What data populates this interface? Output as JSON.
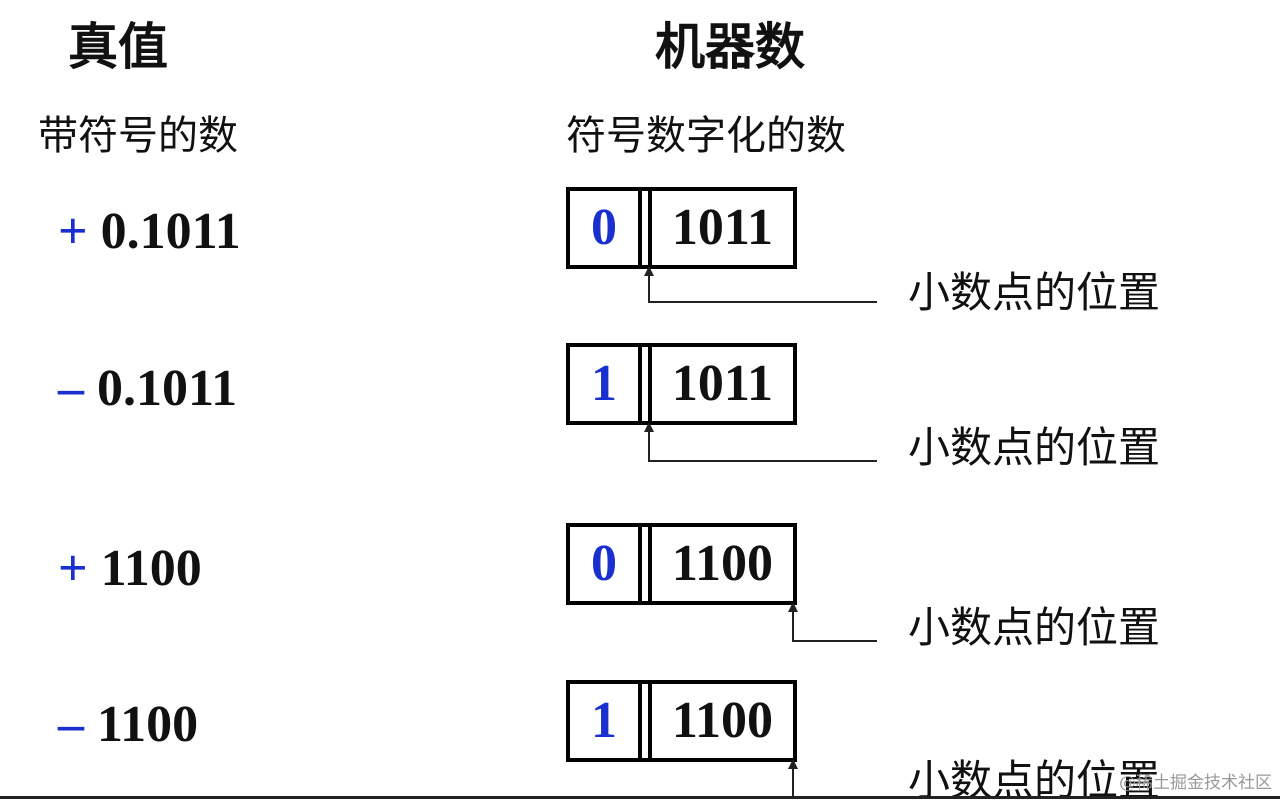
{
  "headings": {
    "true_value": "真值",
    "machine_number": "机器数"
  },
  "subheadings": {
    "left": "带符号的数",
    "right": "符号数字化的数"
  },
  "rows": [
    {
      "sign": "+",
      "value": "0.1011",
      "sign_bit": "0",
      "magnitude": "1011",
      "label": "小数点的位置"
    },
    {
      "sign": "–",
      "value": "0.1011",
      "sign_bit": "1",
      "magnitude": "1011",
      "label": "小数点的位置"
    },
    {
      "sign": "+",
      "value": "1100",
      "sign_bit": "0",
      "magnitude": "1100",
      "label": "小数点的位置"
    },
    {
      "sign": "–",
      "value": "1100",
      "sign_bit": "1",
      "magnitude": "1100",
      "label": "小数点的位置"
    }
  ],
  "watermark": "@稀土掘金技术社区",
  "colors": {
    "sign": "#1a2fd0",
    "text": "#111111"
  }
}
